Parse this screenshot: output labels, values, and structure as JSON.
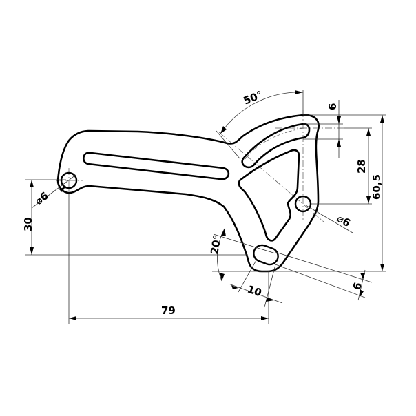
{
  "drawing": {
    "type": "mechanical bracket technical drawing",
    "line_color": "#000000",
    "background": "#ffffff"
  },
  "dimensions": {
    "angle_top": "50°",
    "slot_width_top": "6",
    "hole_spacing_vertical": "28",
    "overall_height": "60,5",
    "hole_left_diameter": "⌀6",
    "hole_right_diameter": "⌀6",
    "left_height": "30",
    "angle_bottom": "20°",
    "slot_length_bottom": "10",
    "slot_width_bottom": "6",
    "overall_width": "79"
  }
}
